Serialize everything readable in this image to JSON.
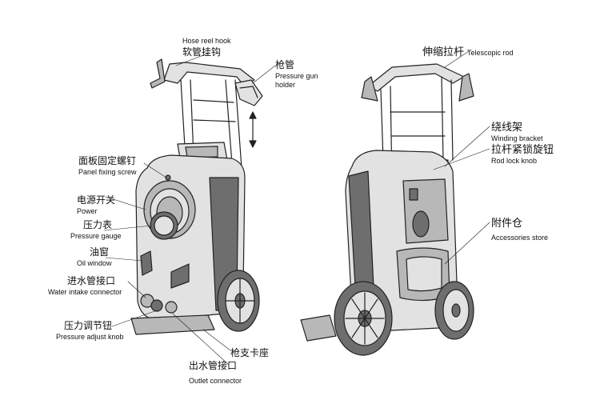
{
  "left_view": {
    "hose_reel_hook": {
      "en": "Hose reel hook",
      "zh": "软管挂钩"
    },
    "gun_holder": {
      "zh": "枪管",
      "en_line1": "Pressure gun",
      "en_line2": "holder"
    },
    "panel_fixing_screw": {
      "zh": "面板固定螺钉",
      "en": "Panel fixing screw"
    },
    "power": {
      "zh": "电源开关",
      "en": "Power"
    },
    "pressure_gauge": {
      "zh": "压力表",
      "en": "Pressure gauge"
    },
    "oil_window": {
      "zh": "油窗",
      "en": "Oil window"
    },
    "water_intake": {
      "zh": "进水管接口",
      "en": "Water intake connector"
    },
    "pressure_adjust": {
      "zh": "压力调节钮",
      "en": "Pressure adjust knob"
    },
    "gun_bracket": {
      "zh": "枪支卡座"
    },
    "outlet": {
      "zh": "出水管接口",
      "en": "Outlet connector"
    }
  },
  "right_view": {
    "telescopic_rod": {
      "zh": "伸缩拉杆",
      "en": "Telescopic rod"
    },
    "winding_bracket": {
      "zh": "绕线架",
      "en": "Winding bracket"
    },
    "rod_lock_knob": {
      "zh": "拉杆紧锁旋钮",
      "en": "Rod lock knob"
    },
    "accessories_store": {
      "zh": "附件仓",
      "en": "Accessories store"
    }
  },
  "colors": {
    "line": "#222222",
    "fill_dark": "#6e6e6e",
    "fill_mid": "#b8b8b8",
    "fill_light": "#e2e2e2"
  }
}
